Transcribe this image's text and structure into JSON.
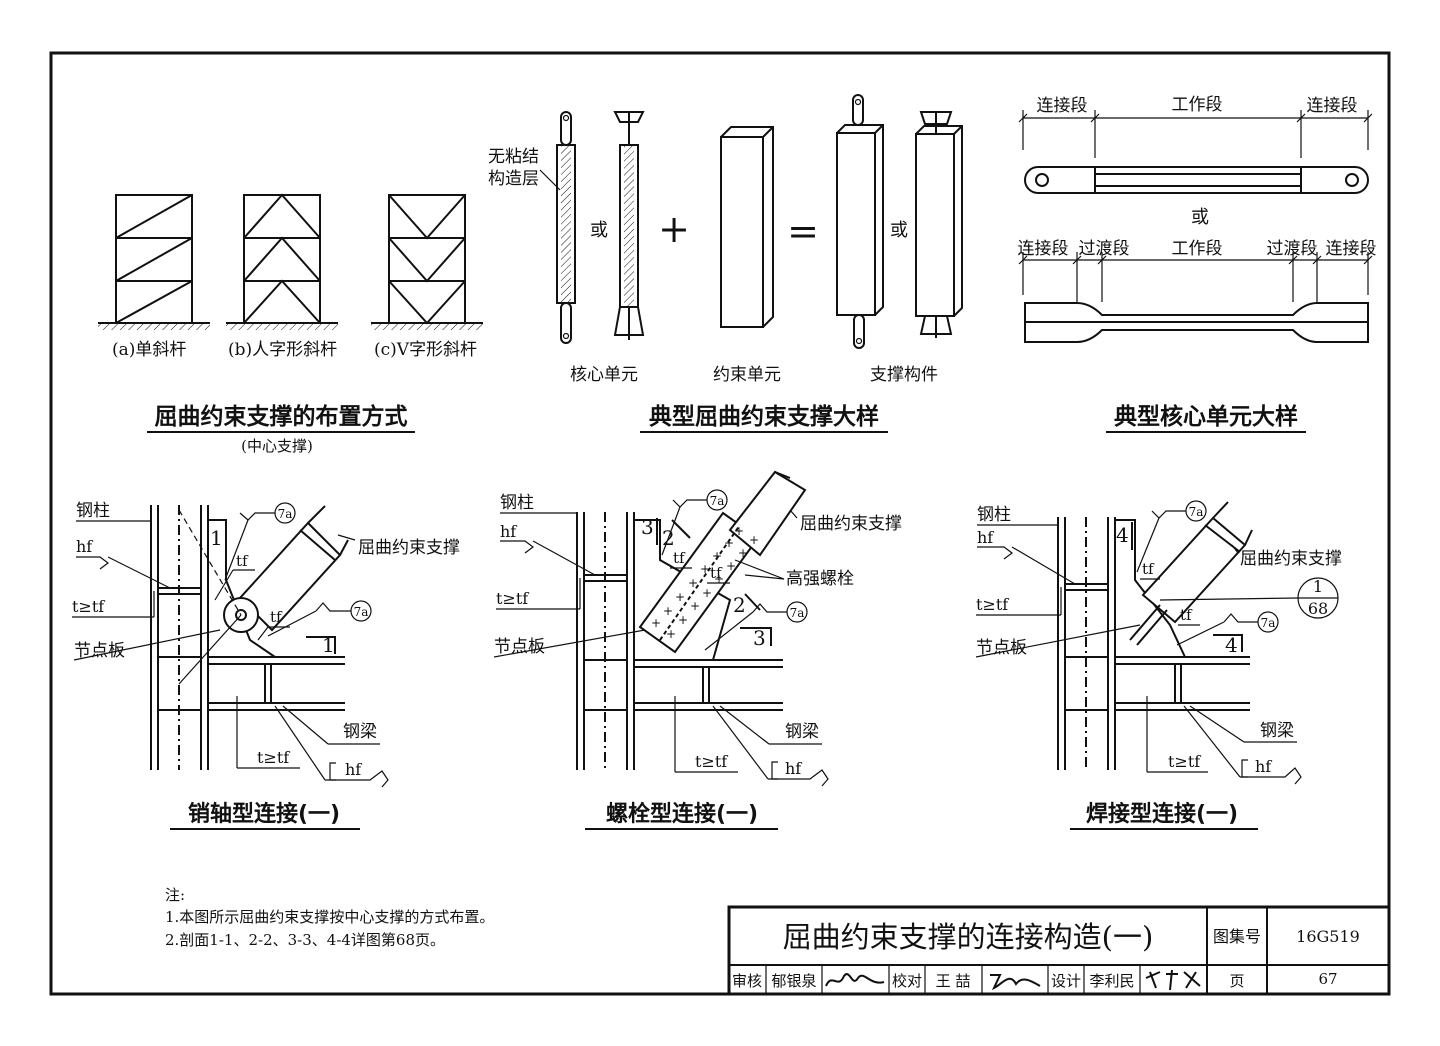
{
  "layout_panel": {
    "labels": [
      "(a)单斜杆",
      "(b)人字形斜杆",
      "(c)V字形斜杆"
    ],
    "title": "屈曲约束支撑的布置方式",
    "subtitle": "(中心支撑)"
  },
  "brace_panel": {
    "layer_label_1": "无粘结",
    "layer_label_2": "构造层",
    "or_1": "或",
    "or_2": "或",
    "plus": "+",
    "equals": "=",
    "core_label": "核心单元",
    "restraint_label": "约束单元",
    "member_label": "支撑构件",
    "title": "典型屈曲约束支撑大样"
  },
  "core_panel": {
    "top_seg_left": "连接段",
    "top_seg_mid": "工作段",
    "top_seg_right": "连接段",
    "or": "或",
    "bot_seg_1": "连接段",
    "bot_seg_2": "过渡段",
    "bot_seg_3": "工作段",
    "bot_seg_4": "过渡段",
    "bot_seg_5": "连接段",
    "title": "典型核心单元大样"
  },
  "joints": [
    {
      "column": "钢柱",
      "hf": "hf",
      "t_ge": "t≥tf",
      "gusset": "节点板",
      "brace": "屈曲约束支撑",
      "beam": "钢梁",
      "tf1": "tf",
      "tf2": "tf",
      "weld_ref1": "7a",
      "weld_ref2": "7a",
      "sec1": "1",
      "sec1b": "1",
      "t_ge2": "t≥tf",
      "hf2": "hf",
      "title": "销轴型连接(一)"
    },
    {
      "column": "钢柱",
      "hf": "hf",
      "t_ge": "t≥tf",
      "gusset": "节点板",
      "brace": "屈曲约束支撑",
      "bolt": "高强螺栓",
      "beam": "钢梁",
      "tf1": "tf",
      "tf2": "tf",
      "weld_ref1": "7a",
      "weld_ref2": "7a",
      "sec2": "2",
      "sec2b": "2",
      "sec3": "3",
      "sec3b": "3",
      "t_ge2": "t≥tf",
      "hf2": "hf",
      "title": "螺栓型连接(一)"
    },
    {
      "column": "钢柱",
      "hf": "hf",
      "t_ge": "t≥tf",
      "gusset": "节点板",
      "brace": "屈曲约束支撑",
      "beam": "钢梁",
      "tf1": "tf",
      "tf2": "tf",
      "weld_ref1": "7a",
      "weld_ref2": "7a",
      "detail_num": "1",
      "detail_page": "68",
      "sec4": "4",
      "sec4b": "4",
      "t_ge2": "t≥tf",
      "hf2": "hf",
      "title": "焊接型连接(一)"
    }
  ],
  "notes": {
    "heading": "注:",
    "lines": [
      "1.本图所示屈曲约束支撑按中心支撑的方式布置。",
      "2.剖面1-1、2-2、3-3、4-4详图第68页。"
    ]
  },
  "title_block": {
    "drawing_title": "屈曲约束支撑的连接构造(一)",
    "atlas_label": "图集号",
    "atlas_no": "16G519",
    "review_label": "审核",
    "reviewer": "郁银泉",
    "check_label": "校对",
    "checker": "王 喆",
    "design_label": "设计",
    "designer": "李利民",
    "page_label": "页",
    "page_no": "67"
  }
}
